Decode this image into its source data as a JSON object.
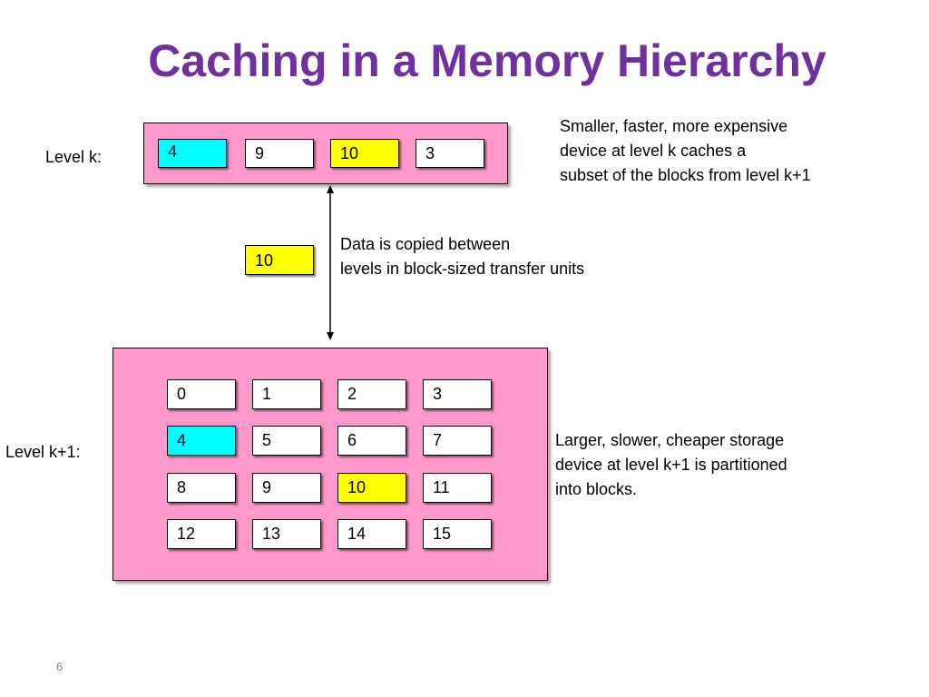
{
  "title": "Caching in a Memory Hierarchy",
  "level_k": {
    "label": "Level k:",
    "blocks": [
      "4",
      "9",
      "10",
      "3"
    ]
  },
  "level_k1": {
    "label": "Level k+1:",
    "blocks": [
      "0",
      "1",
      "2",
      "3",
      "4",
      "5",
      "6",
      "7",
      "8",
      "9",
      "10",
      "11",
      "12",
      "13",
      "14",
      "15"
    ]
  },
  "transfer_block": "10",
  "notes": {
    "top": [
      "Smaller, faster, more expensive",
      "device at level k caches a",
      "subset of the blocks from level k+1"
    ],
    "middle": [
      "Data is copied between",
      "levels in block-sized transfer units"
    ],
    "bottom": [
      "Larger, slower, cheaper storage",
      "device at level k+1 is partitioned",
      "into blocks."
    ]
  },
  "colors": {
    "title": "#7030a0",
    "level_box": "#ff99cc",
    "cached_cyan": "#00ffff",
    "cached_yellow": "#ffff00"
  },
  "page_number": "6"
}
